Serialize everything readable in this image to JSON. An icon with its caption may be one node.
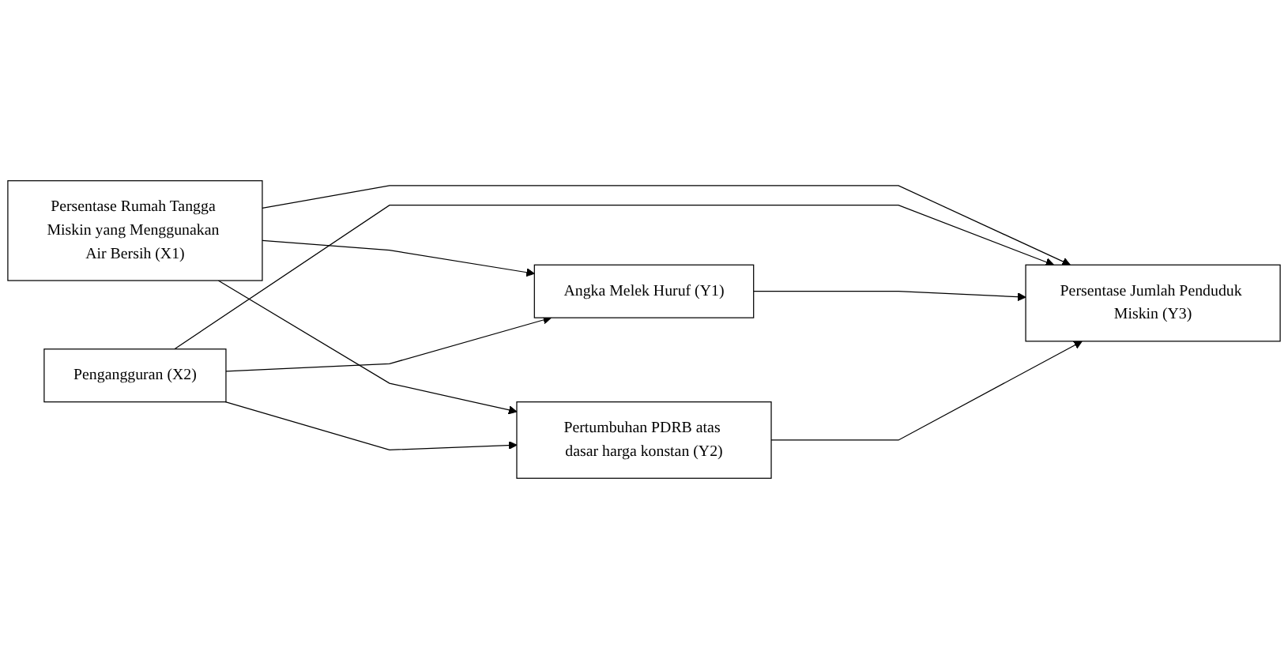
{
  "diagram": {
    "nodes": [
      {
        "text": [
          "Persentase Rumah Tangga Miskin yang Menggunakan Air Bersih (X1)"
        ]
      },
      {
        "text": [
          "Pengangguran (X2)"
        ]
      },
      {
        "text": [
          "Angka Melek Huruf (Y1)"
        ]
      },
      {
        "text": [
          "Pertumbuhan PDRB atas dasar harga konstan (Y2)"
        ]
      },
      {
        "text": [
          "Persentase Jumlah Penduduk Miskin (Y3)"
        ]
      }
    ],
    "edges": [
      {
        "from": 0,
        "to": 2,
        "arrow": "to"
      },
      {
        "from": 0,
        "to": 4,
        "arrow": "to"
      },
      {
        "from": 0,
        "to": 3,
        "arrow": "to"
      },
      {
        "from": 1,
        "to": 2,
        "arrow": "to"
      },
      {
        "from": 1,
        "to": 4,
        "arrow": "to"
      },
      {
        "from": 1,
        "to": 3,
        "arrow": "to"
      },
      {
        "from": 2,
        "to": 4,
        "arrow": "to"
      },
      {
        "from": 3,
        "to": 4,
        "arrow": "to"
      }
    ]
  }
}
